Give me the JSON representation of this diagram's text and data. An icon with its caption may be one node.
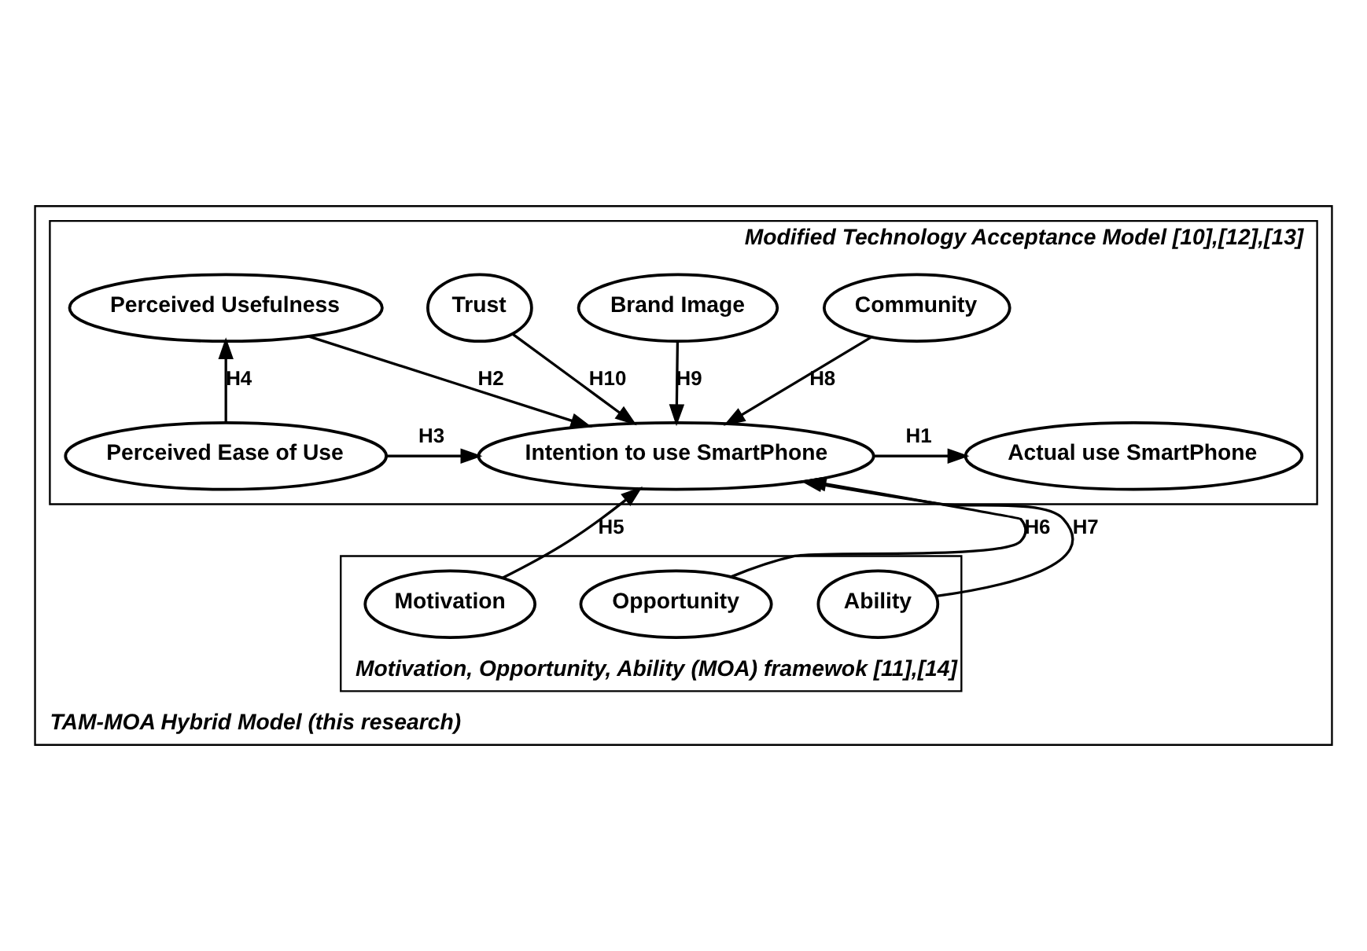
{
  "diagram": {
    "nodes": [
      {
        "text": [
          "TAM-MOA Hybrid Model (this research)"
        ]
      },
      {
        "text": [
          "Modified Technology Acceptance Model [10],[12],[13]"
        ],
        "in": 0
      },
      {
        "text": [
          "Community"
        ],
        "in": 1
      },
      {
        "text": [
          "Brand Image"
        ],
        "in": 1
      },
      {
        "text": [
          "Trust"
        ],
        "in": 1
      },
      {
        "text": [
          "Perceived Usefulness"
        ],
        "in": 1
      },
      {
        "text": [
          "Intention to use SmartPhone"
        ],
        "in": 1
      },
      {
        "text": [
          "Actual use SmartPhone"
        ],
        "in": 1
      },
      {
        "text": [
          "Perceived Ease of Use"
        ],
        "in": 1
      },
      {
        "text": [
          "Motivation, Opportunity, Ability (MOA) framewok [11],[14]"
        ],
        "in": 0
      },
      {
        "text": [
          "Motivation"
        ],
        "in": 9
      },
      {
        "text": [
          "Opportunity"
        ],
        "in": 9
      },
      {
        "text": [
          "Ability"
        ],
        "in": 9
      }
    ],
    "edges": [
      {
        "from": 6,
        "to": 7,
        "arrow": "to",
        "label": "H1"
      },
      {
        "from": 5,
        "to": 6,
        "arrow": "to",
        "label": "H2"
      },
      {
        "from": 8,
        "to": 6,
        "arrow": "to",
        "label": "H3"
      },
      {
        "from": 8,
        "to": 5,
        "arrow": "to",
        "label": "H4"
      },
      {
        "from": 10,
        "to": 6,
        "arrow": "to",
        "label": "H5"
      },
      {
        "from": 11,
        "to": 6,
        "arrow": "to",
        "label": "H6"
      },
      {
        "from": 12,
        "to": 6,
        "arrow": "to",
        "label": "H7"
      },
      {
        "from": 2,
        "to": 6,
        "arrow": "to",
        "label": "H8"
      },
      {
        "from": 3,
        "to": 6,
        "arrow": "to",
        "label": "H9"
      },
      {
        "from": 4,
        "to": 6,
        "arrow": "to",
        "label": "H10"
      }
    ]
  }
}
